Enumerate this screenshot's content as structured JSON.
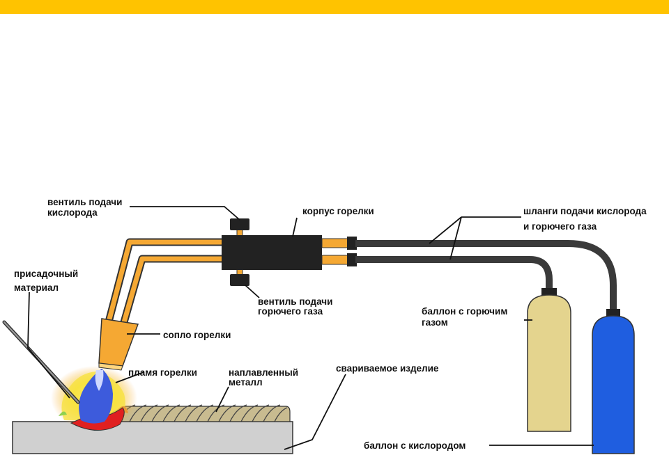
{
  "colors": {
    "top_bar": "#ffc300",
    "tube": "#f5a833",
    "tube_outline": "#333333",
    "torch_body": "#222222",
    "hose": "#3a3a3a",
    "fuel_cylinder": "#e4d48e",
    "oxygen_cylinder": "#1f5ee0",
    "workpiece": "#d0d0d0",
    "weld_bead": "#c8bb90",
    "flame_core": "#3d5bdc",
    "flame_outer": "#f7e23a",
    "molten_pool": "#e02020"
  },
  "labels": {
    "oxygen_valve_l1": "вентиль подачи",
    "oxygen_valve_l2": "кислорода",
    "torch_body": "корпус горелки",
    "hoses_l1": "шланги подачи кислорода",
    "hoses_l2": "и горючего газа",
    "filler_l1": "присадочный",
    "filler_l2": "материал",
    "fuel_valve_l1": "вентиль подачи",
    "fuel_valve_l2": "горючего газа",
    "fuel_cylinder_l1": "баллон с горючим",
    "fuel_cylinder_l2": "газом",
    "nozzle": "сопло горелки",
    "flame": "пламя горелки",
    "weld_metal_l1": "наплавленный",
    "weld_metal_l2": "металл",
    "workpiece": "свариваемое изделие",
    "oxygen_cylinder": "баллон с кислородом"
  }
}
